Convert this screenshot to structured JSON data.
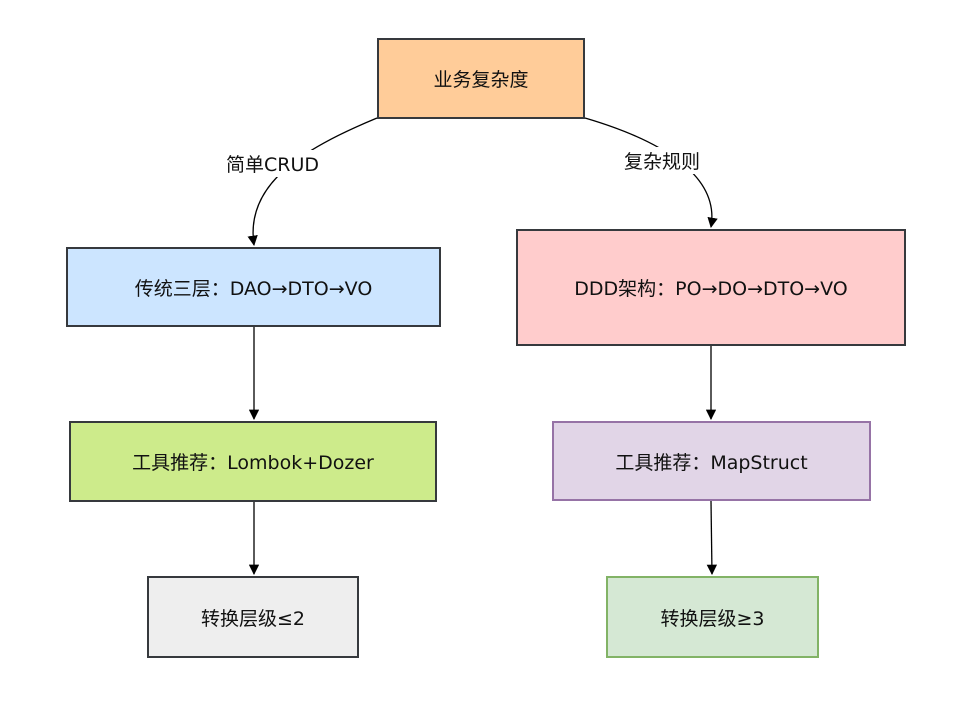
{
  "diagram": {
    "nodes": {
      "root": "业务复杂度",
      "left_level1": "传统三层：DAO→DTO→VO",
      "right_level1": "DDD架构：PO→DO→DTO→VO",
      "left_level2": "工具推荐：Lombok+Dozer",
      "right_level2": "工具推荐：MapStruct",
      "left_level3": "转换层级≤2",
      "right_level3": "转换层级≥3"
    },
    "edges": {
      "left_label": "简单CRUD",
      "right_label": "复杂规则"
    },
    "colors": {
      "root_fill": "#ffcc99",
      "left_level1_fill": "#cce5ff",
      "right_level1_fill": "#ffcccc",
      "left_level2_fill": "#cdeb8b",
      "right_level2_fill": "#e1d5e7",
      "right_level2_border": "#9673a6",
      "left_level3_fill": "#eeeeee",
      "right_level3_fill": "#d5e8d4",
      "right_level3_border": "#82b366",
      "line": "#000000"
    }
  }
}
